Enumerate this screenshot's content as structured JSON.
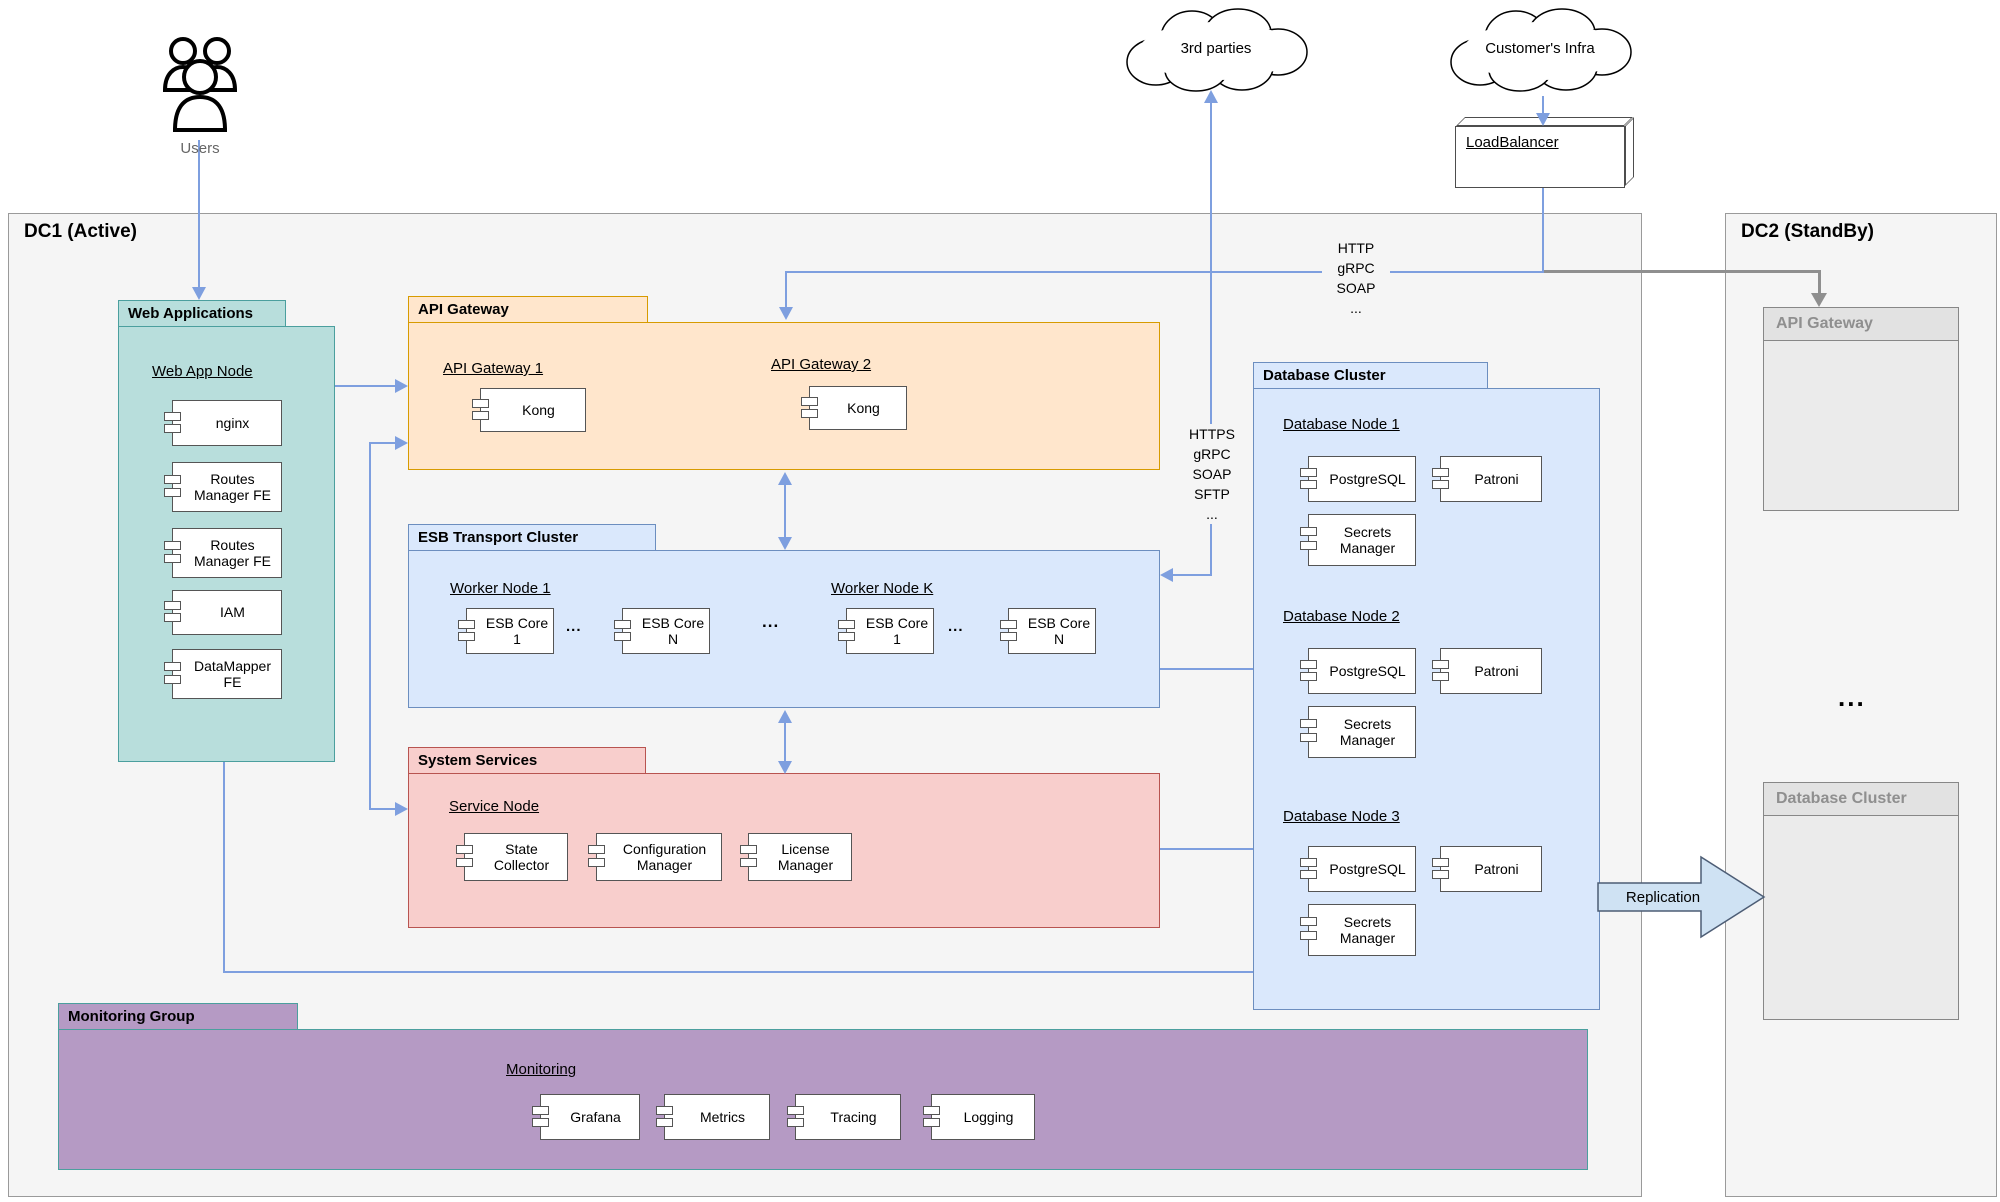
{
  "diagram": {
    "users_label": "Users",
    "clouds": {
      "third_parties": "3rd parties",
      "customer_infra": "Customer's Infra"
    },
    "load_balancer_title": "LoadBalancer",
    "connection_labels": {
      "http_stack": [
        "HTTP",
        "gRPC",
        "SOAP",
        "..."
      ],
      "https_stack": [
        "HTTPS",
        "gRPC",
        "SOAP",
        "SFTP",
        "..."
      ],
      "replication": "Replication"
    },
    "dc1": {
      "title": "DC1 (Active)",
      "web_applications": {
        "group_title": "Web Applications",
        "node_title": "Web App Node",
        "components": [
          "nginx",
          "Routes Manager FE",
          "Routes Manager FE",
          "IAM",
          "DataMapper FE"
        ]
      },
      "api_gateway": {
        "group_title": "API Gateway",
        "node1_title": "API Gateway 1",
        "node1_component": "Kong",
        "node2_title": "API Gateway 2",
        "node2_component": "Kong"
      },
      "esb": {
        "group_title": "ESB Transport Cluster",
        "node1_title": "Worker Node 1",
        "node2_title": "Worker Node K",
        "core_first": "ESB Core 1",
        "core_last": "ESB Core N",
        "ellipsis": "..."
      },
      "system_services": {
        "group_title": "System Services",
        "node_title": "Service Node",
        "components": [
          "State Collector",
          "Configuration Manager",
          "License Manager"
        ]
      },
      "database": {
        "group_title": "Database Cluster",
        "node_titles": [
          "Database Node 1",
          "Database Node 2",
          "Database Node 3"
        ],
        "components": [
          "PostgreSQL",
          "Patroni",
          "Secrets Manager"
        ]
      },
      "monitoring": {
        "group_title": "Monitoring Group",
        "node_title": "Monitoring",
        "components": [
          "Grafana",
          "Metrics",
          "Tracing",
          "Logging"
        ]
      }
    },
    "dc2": {
      "title": "DC2 (StandBy)",
      "api_gateway_title": "API Gateway",
      "database_title": "Database Cluster",
      "ellipsis": "..."
    }
  },
  "colors": {
    "connector_blue": "#7e9fdf",
    "connector_gray": "#8f8f8f",
    "dc_fill": "#f5f5f5",
    "teal_fill": "#b8dedc",
    "teal_border": "#4b9f9e",
    "orange_fill": "#ffe6cc",
    "orange_border": "#d79b00",
    "blue_fill": "#dae8fc",
    "blue_border": "#6c8ebf",
    "red_fill": "#f8cecc",
    "red_border": "#b85450",
    "purple_fill": "#b59ac4",
    "replication_fill": "#cfe2f3",
    "gray_box_fill": "#ebebeb"
  }
}
